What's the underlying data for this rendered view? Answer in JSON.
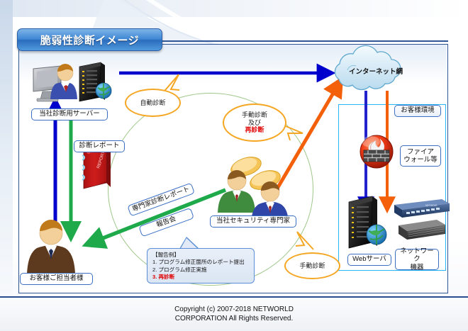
{
  "title": "脆弱性診断イメージ",
  "nodes": {
    "diagnosis_server": "当社診断用サーバー",
    "diagnosis_report": "診断レポート",
    "customer_person": "お客様ご担当者様",
    "security_experts": "当社セキュリティ専門家",
    "internet": "インターネット網",
    "customer_env": "お客様環境",
    "firewall": "ファイアウォール等",
    "firewall_line1": "ファイア",
    "firewall_line2": "ウォール等",
    "web_server": "Webサーバ",
    "network_device": "ネットワーク機器",
    "network_device_line1": "ネットワーク",
    "network_device_line2": "機器"
  },
  "flow_labels": {
    "expert_report": "専門家診断レポート",
    "debriefing": "報告会"
  },
  "callouts": {
    "auto": "自動診断",
    "manual_retest_line1": "手動診断",
    "manual_retest_line2": "及び",
    "manual_retest_line3": "再診断",
    "manual": "手動診断"
  },
  "report_box": {
    "heading": "【報告例】",
    "items": [
      {
        "num": "1.",
        "text": "プログラム修正箇所のレポート提出",
        "highlight": false
      },
      {
        "num": "2.",
        "text": "プログラム修正実施",
        "highlight": false
      },
      {
        "num": "3.",
        "text": "再診断",
        "highlight": true
      }
    ]
  },
  "footer": {
    "line1": "Copyright (c) 2007-2018 NETWORLD",
    "line2": "CORPORATION  All Rights Reserved."
  },
  "colors": {
    "title_blue": "#2b6cbd",
    "frame_blue": "#2f5597",
    "arrow_blue": "#0000cc",
    "arrow_green": "#1eaa4b",
    "arrow_orange": "#f4600a",
    "callout_orange": "#f5a623",
    "ellipse_green": "#9fc78a",
    "cust_box_cyan": "#29b6f6",
    "accent_red": "#e00000"
  }
}
